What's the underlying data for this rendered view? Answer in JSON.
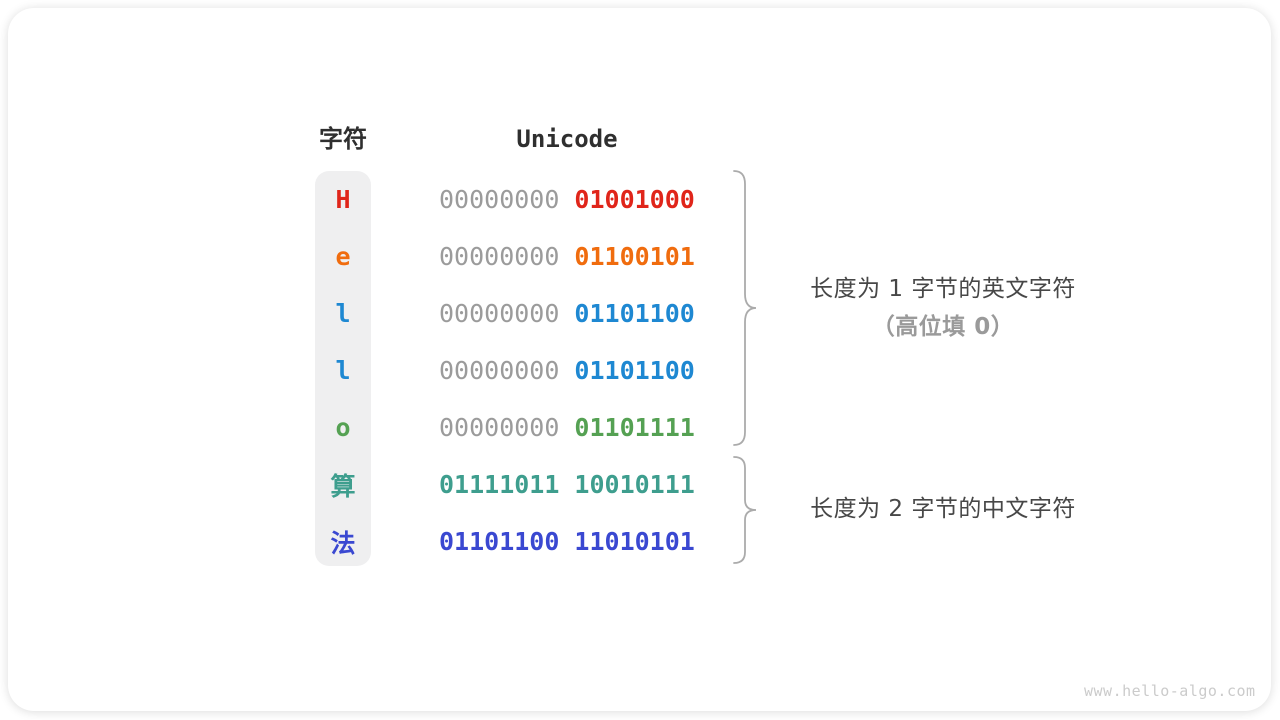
{
  "header": {
    "char": "字符",
    "unicode": "Unicode"
  },
  "rows": [
    {
      "char": "H",
      "char_color": "#e0251a",
      "bytes": [
        {
          "text": "00000000",
          "color": "#9b9b9b"
        },
        {
          "text": "01001000",
          "color": "#e0251a"
        }
      ]
    },
    {
      "char": "e",
      "char_color": "#f06c0e",
      "bytes": [
        {
          "text": "00000000",
          "color": "#9b9b9b"
        },
        {
          "text": "01100101",
          "color": "#f06c0e"
        }
      ]
    },
    {
      "char": "l",
      "char_color": "#1e88d2",
      "bytes": [
        {
          "text": "00000000",
          "color": "#9b9b9b"
        },
        {
          "text": "01101100",
          "color": "#1e88d2"
        }
      ]
    },
    {
      "char": "l",
      "char_color": "#1e88d2",
      "bytes": [
        {
          "text": "00000000",
          "color": "#9b9b9b"
        },
        {
          "text": "01101100",
          "color": "#1e88d2"
        }
      ]
    },
    {
      "char": "o",
      "char_color": "#55a153",
      "bytes": [
        {
          "text": "00000000",
          "color": "#9b9b9b"
        },
        {
          "text": "01101111",
          "color": "#55a153"
        }
      ]
    },
    {
      "char": "算",
      "char_color": "#3e9e8e",
      "bytes": [
        {
          "text": "01111011",
          "color": "#3e9e8e"
        },
        {
          "text": "10010111",
          "color": "#3e9e8e"
        }
      ]
    },
    {
      "char": "法",
      "char_color": "#3a48d1",
      "bytes": [
        {
          "text": "01101100",
          "color": "#3a48d1"
        },
        {
          "text": "11010101",
          "color": "#3a48d1"
        }
      ]
    }
  ],
  "annotations": {
    "english": {
      "line1": "长度为 1 字节的英文字符",
      "line2": "（高位填 0）"
    },
    "chinese": {
      "line1": "长度为 2 字节的中文字符"
    }
  },
  "brace_color": "#ababab",
  "watermark": "www.hello-algo.com"
}
